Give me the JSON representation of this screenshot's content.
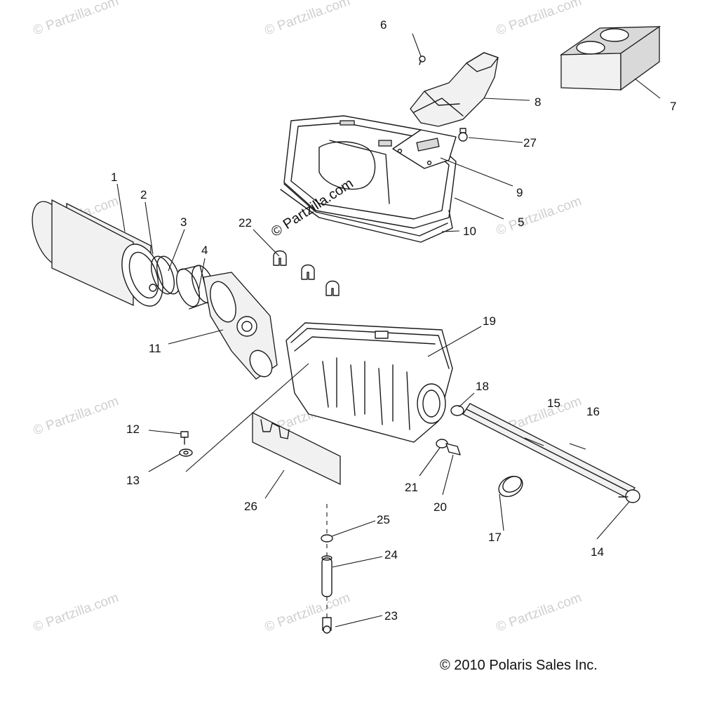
{
  "watermark_text": "© Partzilla.com",
  "center_watermark_text": "© Partzilla.com",
  "copyright_text": "© 2010 Polaris Sales Inc.",
  "callouts": [
    "1",
    "2",
    "3",
    "4",
    "5",
    "6",
    "7",
    "8",
    "9",
    "10",
    "11",
    "12",
    "13",
    "14",
    "15",
    "16",
    "17",
    "18",
    "19",
    "20",
    "21",
    "22",
    "23",
    "24",
    "25",
    "26",
    "27"
  ]
}
